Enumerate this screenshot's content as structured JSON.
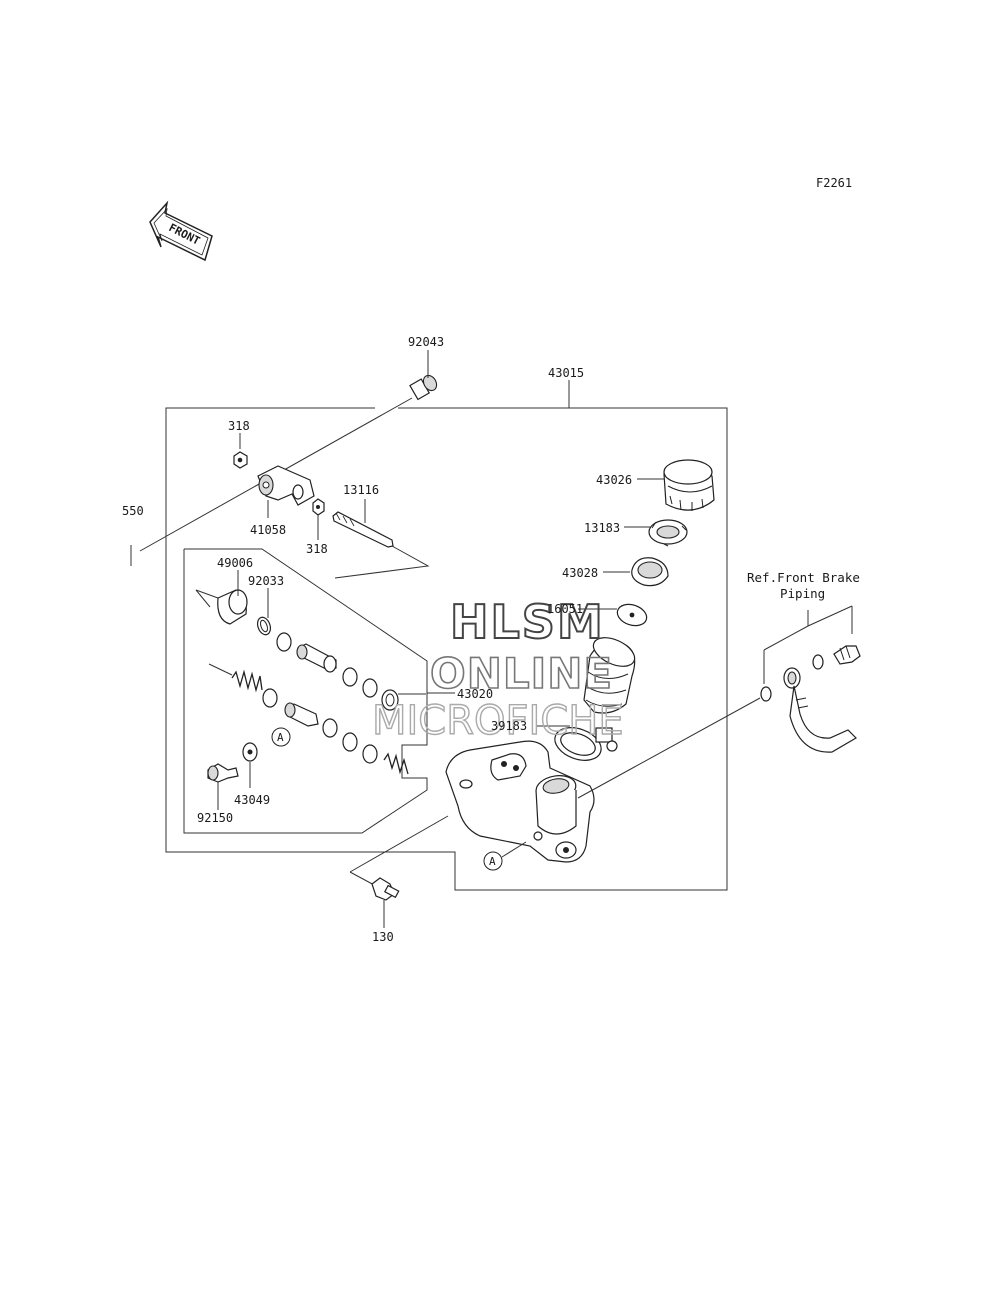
{
  "figure_code": "F2261",
  "front_marker": "FRONT",
  "watermark": {
    "line1": "HLSM",
    "line2": "ONLINE",
    "line3": "MICROFICHE"
  },
  "reference_note": {
    "line1": "Ref.Front Brake",
    "line2": "Piping"
  },
  "callout_letter": "A",
  "parts": {
    "p92043": "92043",
    "p43015": "43015",
    "p318_top": "318",
    "p318_bottom": "318",
    "p550": "550",
    "p41058": "41058",
    "p13116": "13116",
    "p43026": "43026",
    "p13183": "13183",
    "p43028": "43028",
    "p16051": "16051",
    "p49006": "49006",
    "p92033": "92033",
    "p43020": "43020",
    "p39183": "39183",
    "p43049": "43049",
    "p92150": "92150",
    "p130": "130"
  }
}
